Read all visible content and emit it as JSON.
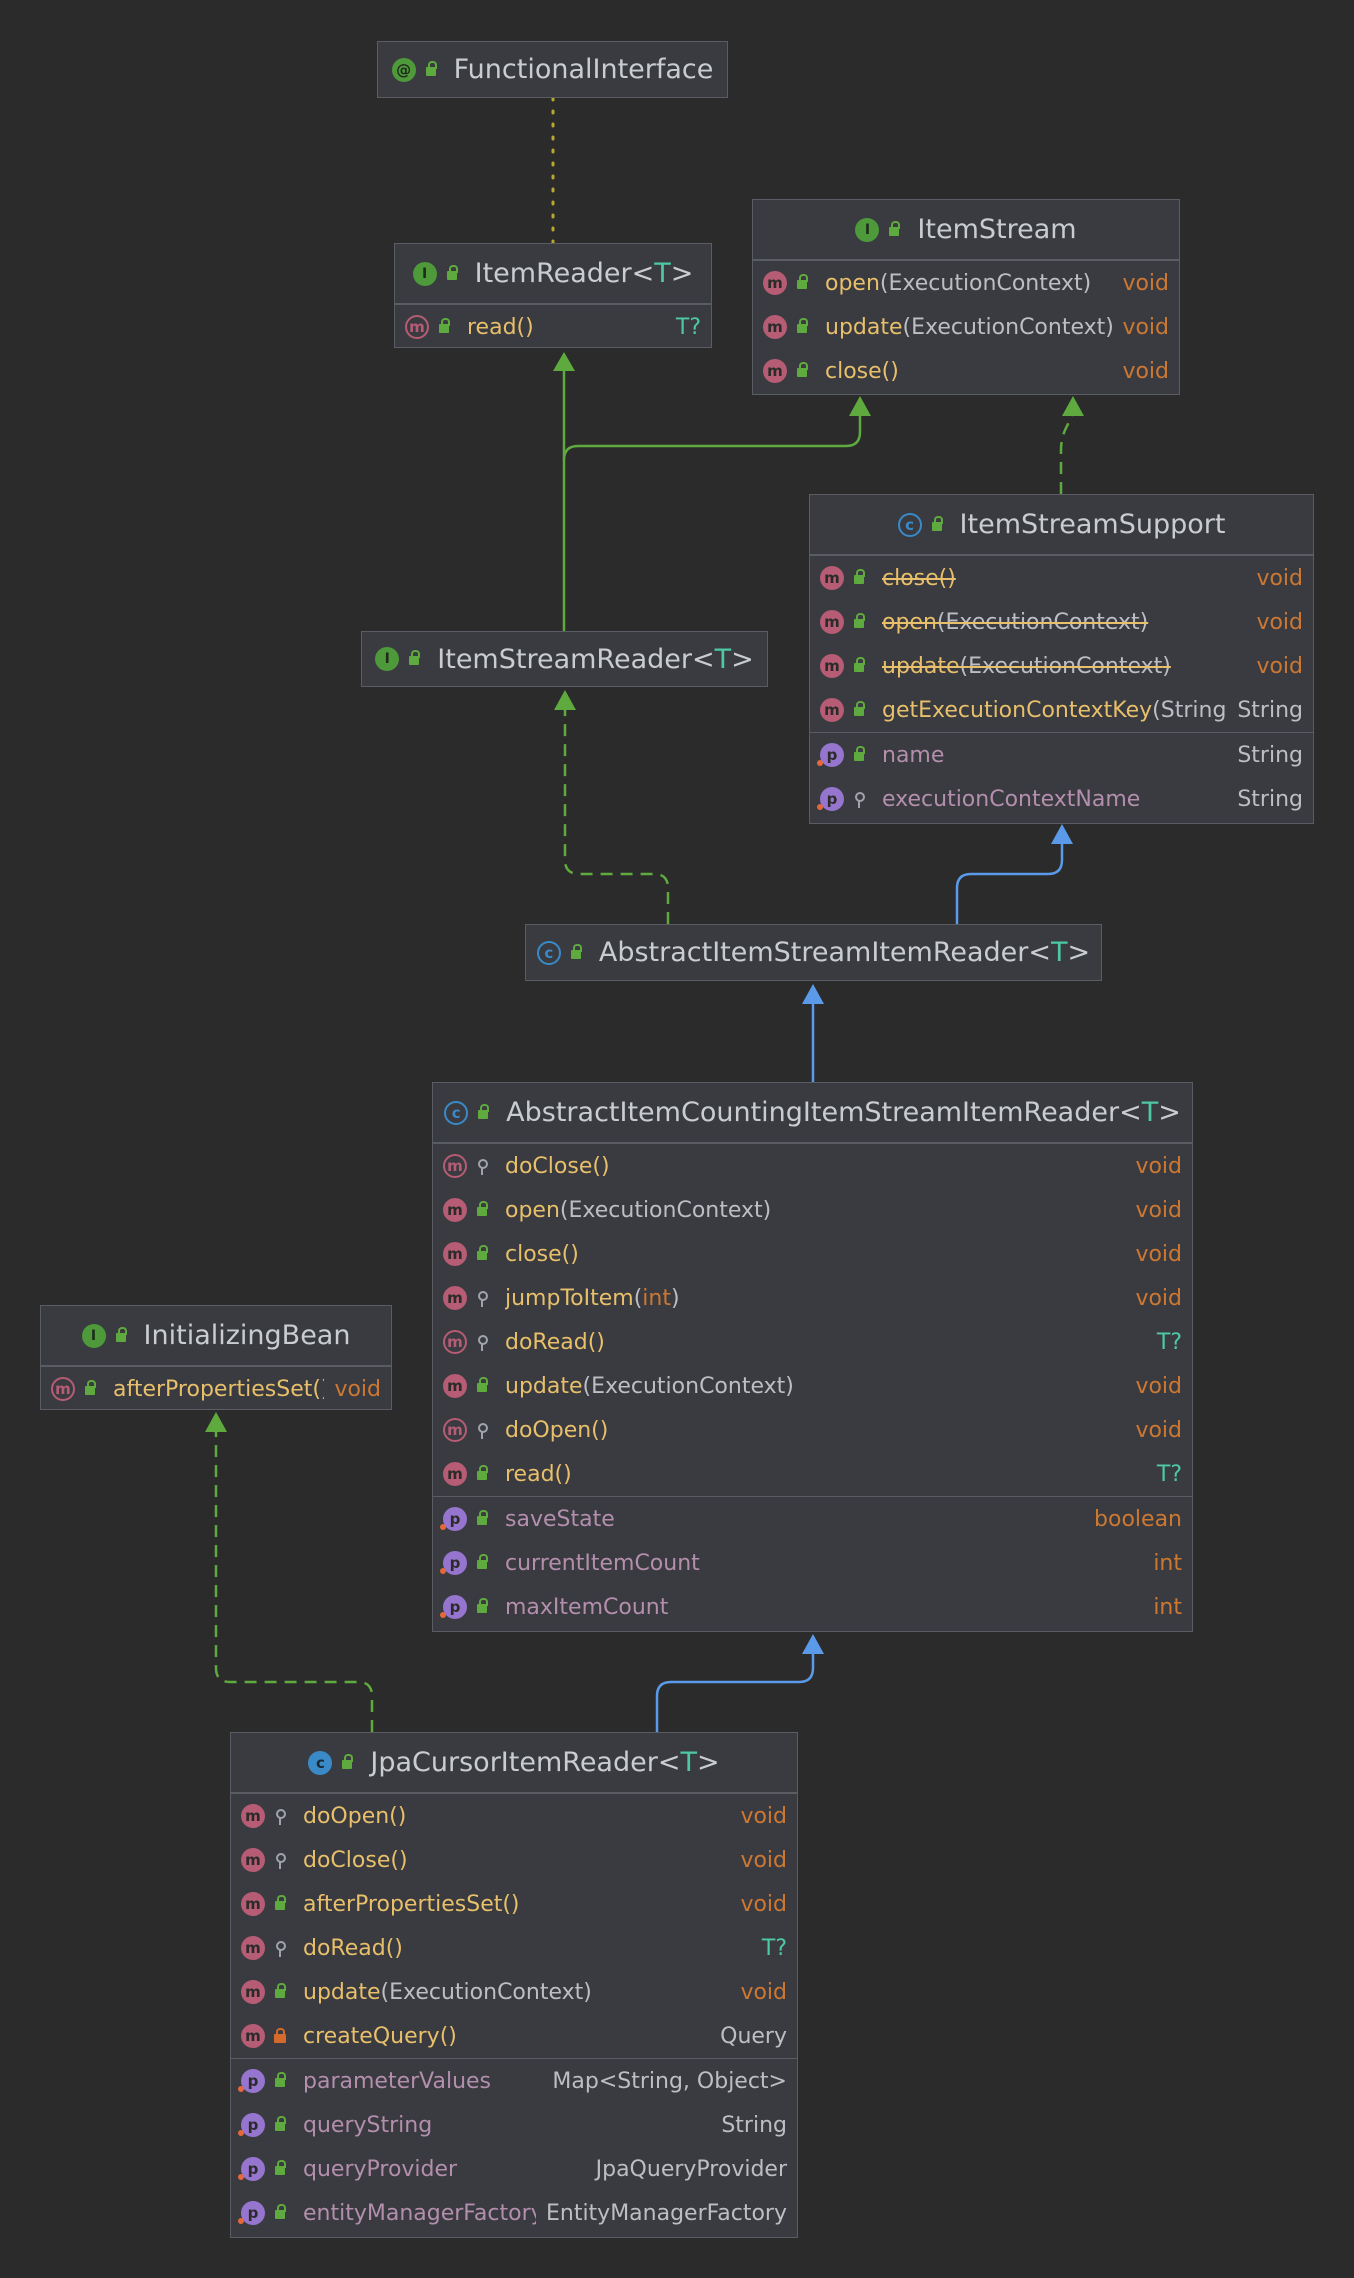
{
  "nodes": {
    "functional_interface": {
      "name": "FunctionalInterface"
    },
    "item_reader": {
      "name": "ItemReader",
      "tparam": "T",
      "methods": [
        {
          "name": "read()",
          "type": "T?"
        }
      ]
    },
    "item_stream": {
      "name": "ItemStream",
      "methods": [
        {
          "name": "open",
          "args": "ExecutionContext",
          "type": "void"
        },
        {
          "name": "update",
          "args": "ExecutionContext",
          "type": "void"
        },
        {
          "name": "close()",
          "type": "void"
        }
      ]
    },
    "item_stream_support": {
      "name": "ItemStreamSupport",
      "methods": [
        {
          "name": "close()",
          "type": "void"
        },
        {
          "name": "open",
          "args": "ExecutionContext",
          "type": "void"
        },
        {
          "name": "update",
          "args": "ExecutionContext",
          "type": "void"
        },
        {
          "name": "getExecutionContextKey",
          "args": "String",
          "type": "String"
        }
      ],
      "properties": [
        {
          "name": "name",
          "type": "String"
        },
        {
          "name": "executionContextName",
          "type": "String"
        }
      ]
    },
    "item_stream_reader": {
      "name": "ItemStreamReader",
      "tparam": "T"
    },
    "abstract_item_stream_item_reader": {
      "name": "AbstractItemStreamItemReader",
      "tparam": "T"
    },
    "abstract_counting_reader": {
      "name": "AbstractItemCountingItemStreamItemReader",
      "tparam": "T",
      "methods": [
        {
          "name": "doClose()",
          "type": "void"
        },
        {
          "name": "open",
          "args": "ExecutionContext",
          "type": "void"
        },
        {
          "name": "close()",
          "type": "void"
        },
        {
          "name": "jumpToItem",
          "args": "int",
          "type": "void"
        },
        {
          "name": "doRead()",
          "type": "T?"
        },
        {
          "name": "update",
          "args": "ExecutionContext",
          "type": "void"
        },
        {
          "name": "doOpen()",
          "type": "void"
        },
        {
          "name": "read()",
          "type": "T?"
        }
      ],
      "properties": [
        {
          "name": "saveState",
          "type": "boolean"
        },
        {
          "name": "currentItemCount",
          "type": "int"
        },
        {
          "name": "maxItemCount",
          "type": "int"
        }
      ]
    },
    "initializing_bean": {
      "name": "InitializingBean",
      "methods": [
        {
          "name": "afterPropertiesSet()",
          "type": "void"
        }
      ]
    },
    "jpa_cursor_item_reader": {
      "name": "JpaCursorItemReader",
      "tparam": "T",
      "methods": [
        {
          "name": "doOpen()",
          "type": "void"
        },
        {
          "name": "doClose()",
          "type": "void"
        },
        {
          "name": "afterPropertiesSet()",
          "type": "void"
        },
        {
          "name": "doRead()",
          "type": "T?"
        },
        {
          "name": "update",
          "args": "ExecutionContext",
          "type": "void"
        },
        {
          "name": "createQuery()",
          "type": "Query"
        }
      ],
      "properties": [
        {
          "name": "parameterValues",
          "type": "Map<String, Object>"
        },
        {
          "name": "queryString",
          "type": "String"
        },
        {
          "name": "queryProvider",
          "type": "JpaQueryProvider"
        },
        {
          "name": "entityManagerFactory",
          "type": "EntityManagerFactory"
        }
      ]
    }
  },
  "colors": {
    "background": "#2b2b2b",
    "extends_edge": "#5b9ae8",
    "implements_edge": "#5faa3f",
    "annotation_edge": "#b8a82b"
  }
}
